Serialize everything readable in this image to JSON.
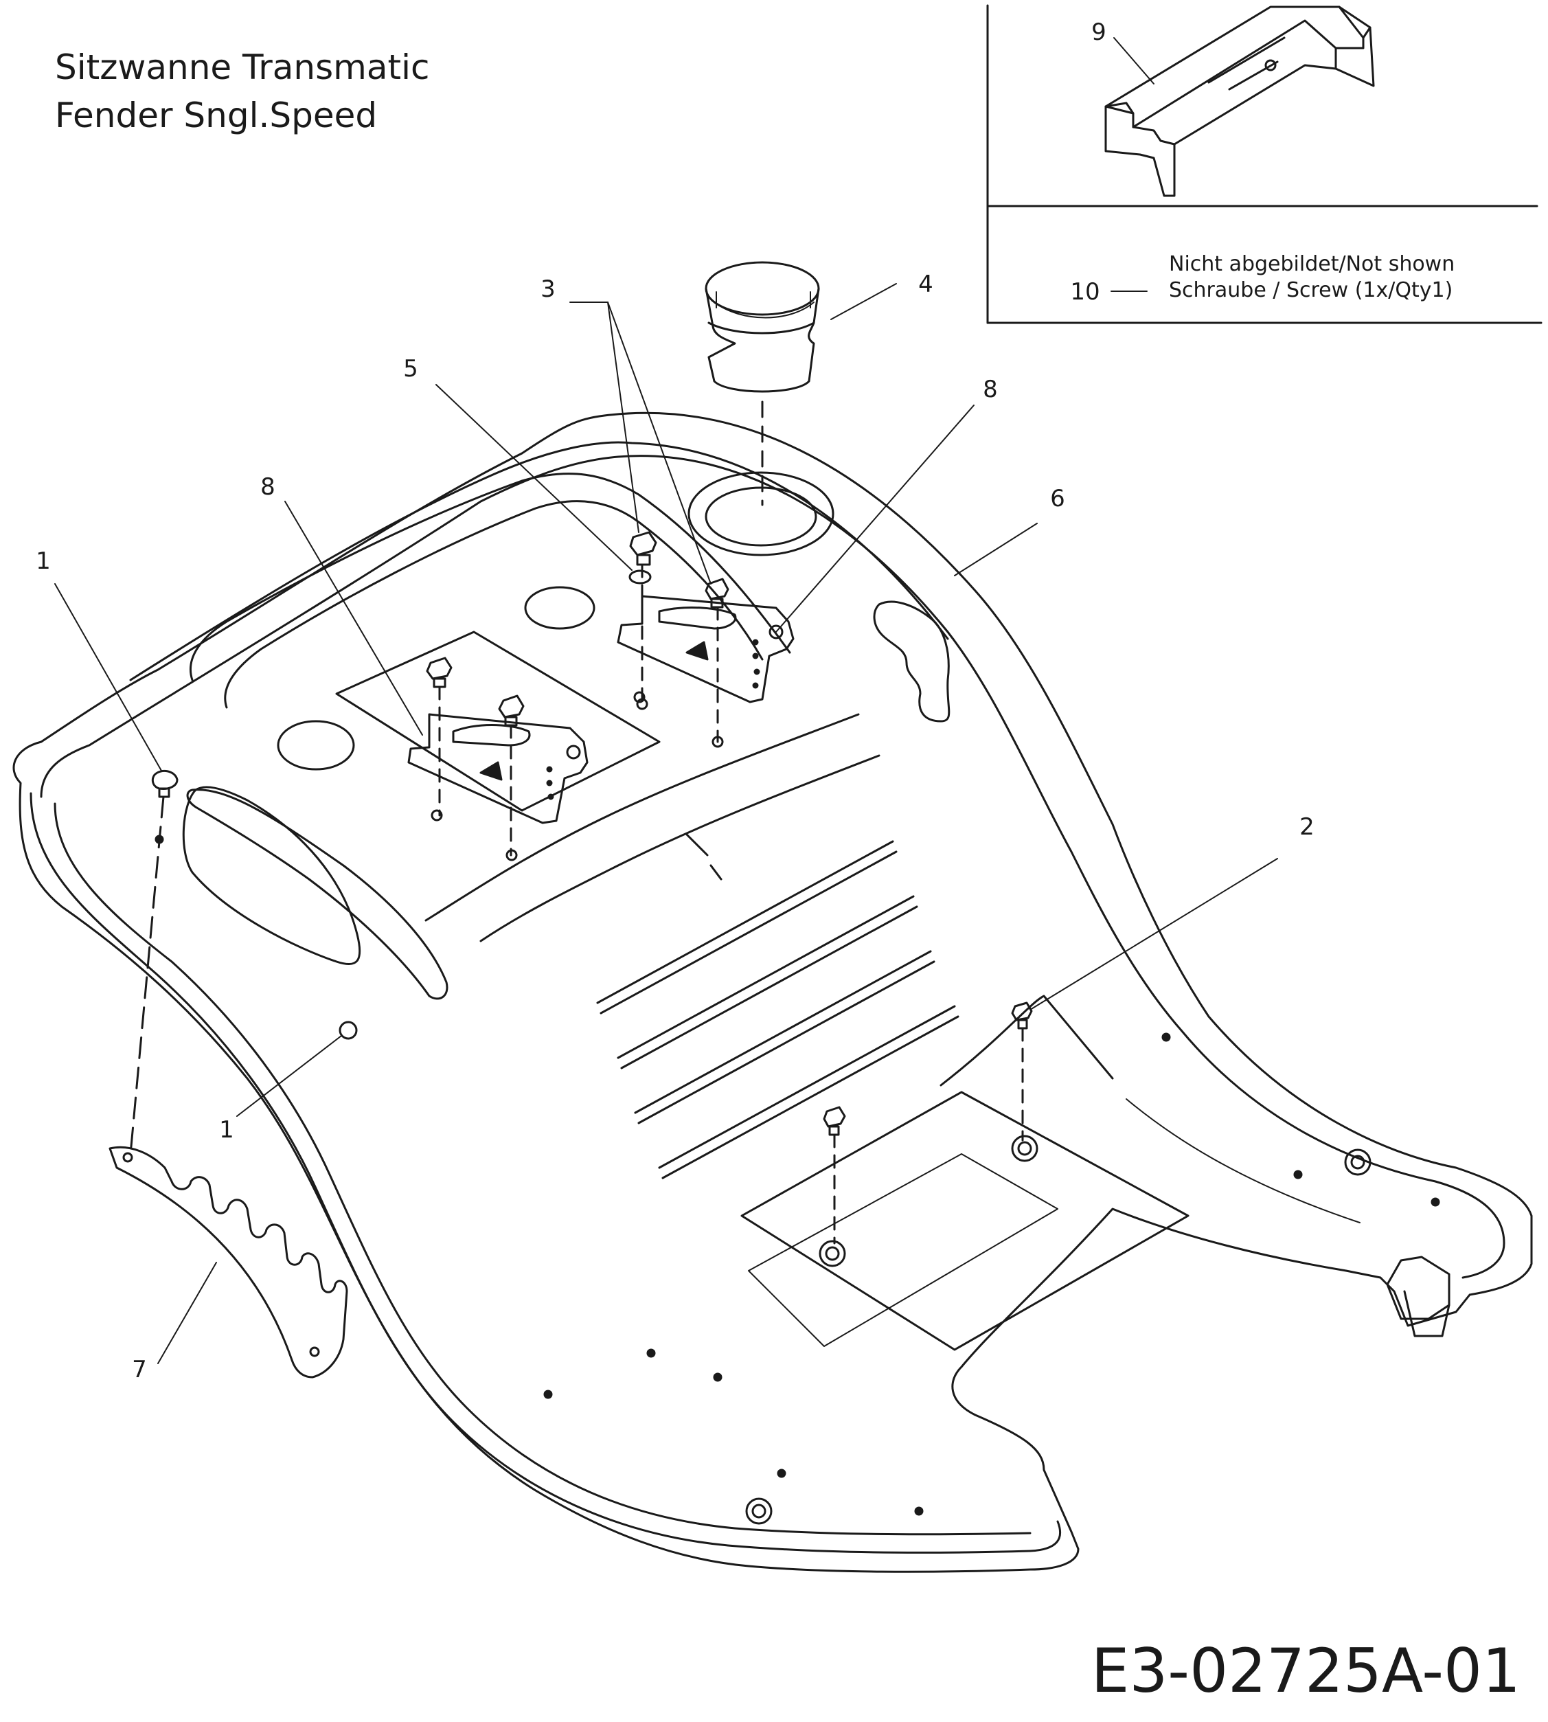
{
  "title": {
    "line1": "Sitzwanne Transmatic",
    "line2": "Fender Sngl.Speed"
  },
  "drawing_number": "E3-02725A-01",
  "inset": {
    "part_number": "9",
    "note_number": "10",
    "note_line1": "Nicht abgebildet/Not shown",
    "note_line2": "Schraube / Screw (1x/Qty1)"
  },
  "callouts": [
    "1",
    "1",
    "2",
    "3",
    "4",
    "5",
    "6",
    "7",
    "8",
    "8"
  ]
}
